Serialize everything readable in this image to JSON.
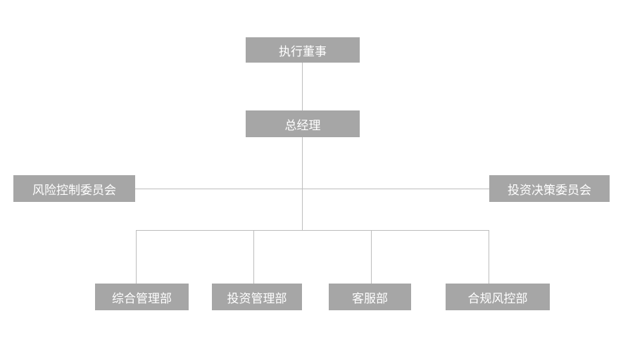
{
  "colors": {
    "node_fill": "#a6a6a6",
    "node_text": "#ffffff",
    "connector": "#bdbdbd",
    "background": "#ffffff"
  },
  "nodes": {
    "executive_director": "执行董事",
    "general_manager": "总经理",
    "risk_control_committee": "风险控制委员会",
    "investment_decision_committee": "投资决策委员会",
    "general_management_dept": "综合管理部",
    "investment_management_dept": "投资管理部",
    "customer_service_dept": "客服部",
    "compliance_risk_control_dept": "合规风控部"
  }
}
